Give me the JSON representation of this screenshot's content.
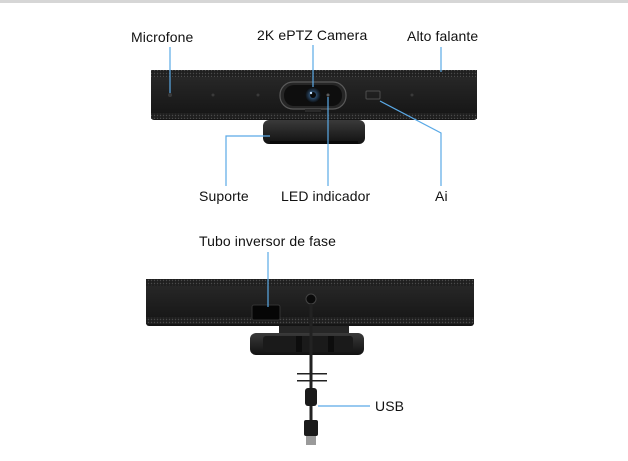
{
  "labels": {
    "microphone": "Microfone",
    "camera": "2K ePTZ Camera",
    "speaker": "Alto falante",
    "stand": "Suporte",
    "led": "LED indicador",
    "ai": "Ai",
    "bass_tube": "Tubo inversor de fase",
    "usb": "USB"
  },
  "colors": {
    "device_body": "#1c1c1c",
    "grille": "#3a3a3a",
    "callout_line": "#5aa9e6",
    "text": "#111111"
  }
}
